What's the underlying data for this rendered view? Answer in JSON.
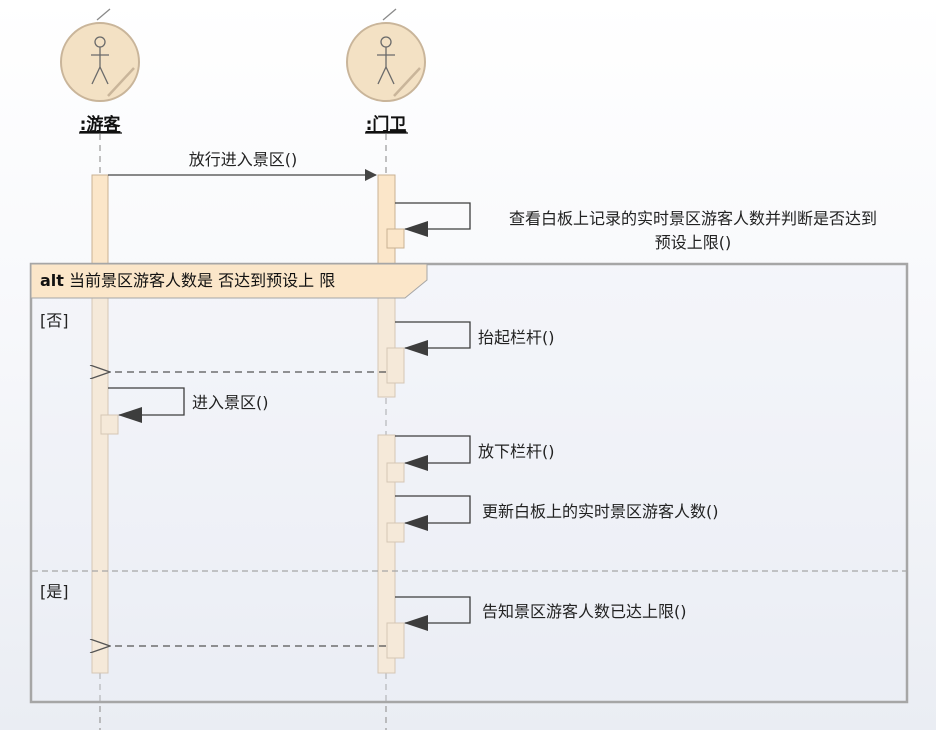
{
  "actors": [
    {
      "id": "visitor",
      "name": ":游客"
    },
    {
      "id": "guard",
      "name": ":门卫"
    }
  ],
  "messages": [
    {
      "id": "m1",
      "label": "放行进入景区()"
    },
    {
      "id": "m2",
      "label_line1": "查看白板上记录的实时景区游客人数并判断是否达到",
      "label_line2": "预设上限()"
    },
    {
      "id": "m3",
      "label": "抬起栏杆()"
    },
    {
      "id": "m5",
      "label": "进入景区()"
    },
    {
      "id": "m6",
      "label": "放下栏杆()"
    },
    {
      "id": "m7",
      "label": "更新白板上的实时景区游客人数()"
    },
    {
      "id": "m8",
      "label": "告知景区游客人数已达上限()"
    }
  ],
  "fragment": {
    "keyword": "alt",
    "condition": "当前景区游客人数是 否达到预设上 限",
    "guards": [
      "[否]",
      "[是]"
    ]
  },
  "colors": {
    "actor_fill": "#f3e1c4",
    "actor_stroke": "#c9b59a",
    "activation_fill": "#fbe6c9",
    "activation_stroke": "#c9b193",
    "frame_stroke": "#a6a6a6",
    "line": "#444444",
    "lifeline": "#999999"
  }
}
